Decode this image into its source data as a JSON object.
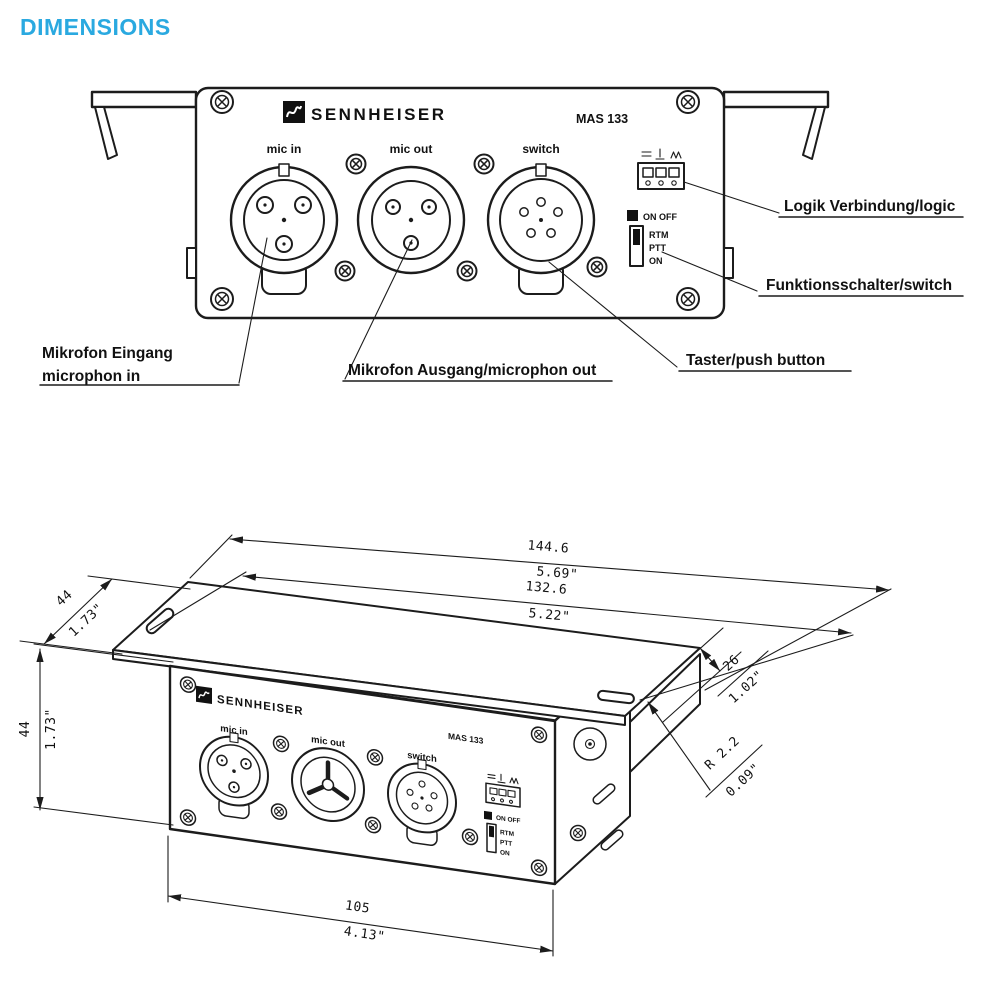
{
  "page": {
    "title": "DIMENSIONS"
  },
  "colors": {
    "accent": "#2AA9E0",
    "line": "#1C1C1C",
    "background": "#FFFFFF"
  },
  "front_view": {
    "brand": "SENNHEISER",
    "model": "MAS 133",
    "connector_labels": {
      "mic_in": "mic in",
      "mic_out": "mic out",
      "switch": "switch"
    },
    "switch_block": {
      "on_off": "ON OFF",
      "rtm": "RTM",
      "ptt": "PTT",
      "on": "ON"
    },
    "callouts": {
      "logic": "Logik Verbindung/logic",
      "function_switch": "Funktionsschalter/switch",
      "push_button": "Taster/push button",
      "mic_in_line1": "Mikrofon Eingang",
      "mic_in_line2": "microphon in",
      "mic_out": "Mikrofon Ausgang/microphon out"
    }
  },
  "iso_view": {
    "brand": "SENNHEISER",
    "model": "MAS 133",
    "connector_labels": {
      "mic_in": "mic in",
      "mic_out": "mic out",
      "switch": "switch"
    },
    "switch_block": {
      "on_off": "ON OFF",
      "rtm": "RTM",
      "ptt": "PTT",
      "on": "ON"
    },
    "dimensions": {
      "total_width_mm": "144.6",
      "total_width_in": "5.69\"",
      "inner_width_mm": "132.6",
      "inner_width_in": "5.22\"",
      "depth_mm": "44",
      "depth_in": "1.73\"",
      "height_mm": "44",
      "height_in": "1.73\"",
      "bracket_offset_mm": "26",
      "bracket_offset_in": "1.02\"",
      "corner_radius_mm": "R 2.2",
      "corner_radius_in": "0.09\"",
      "panel_width_mm": "105",
      "panel_width_in": "4.13\""
    }
  }
}
